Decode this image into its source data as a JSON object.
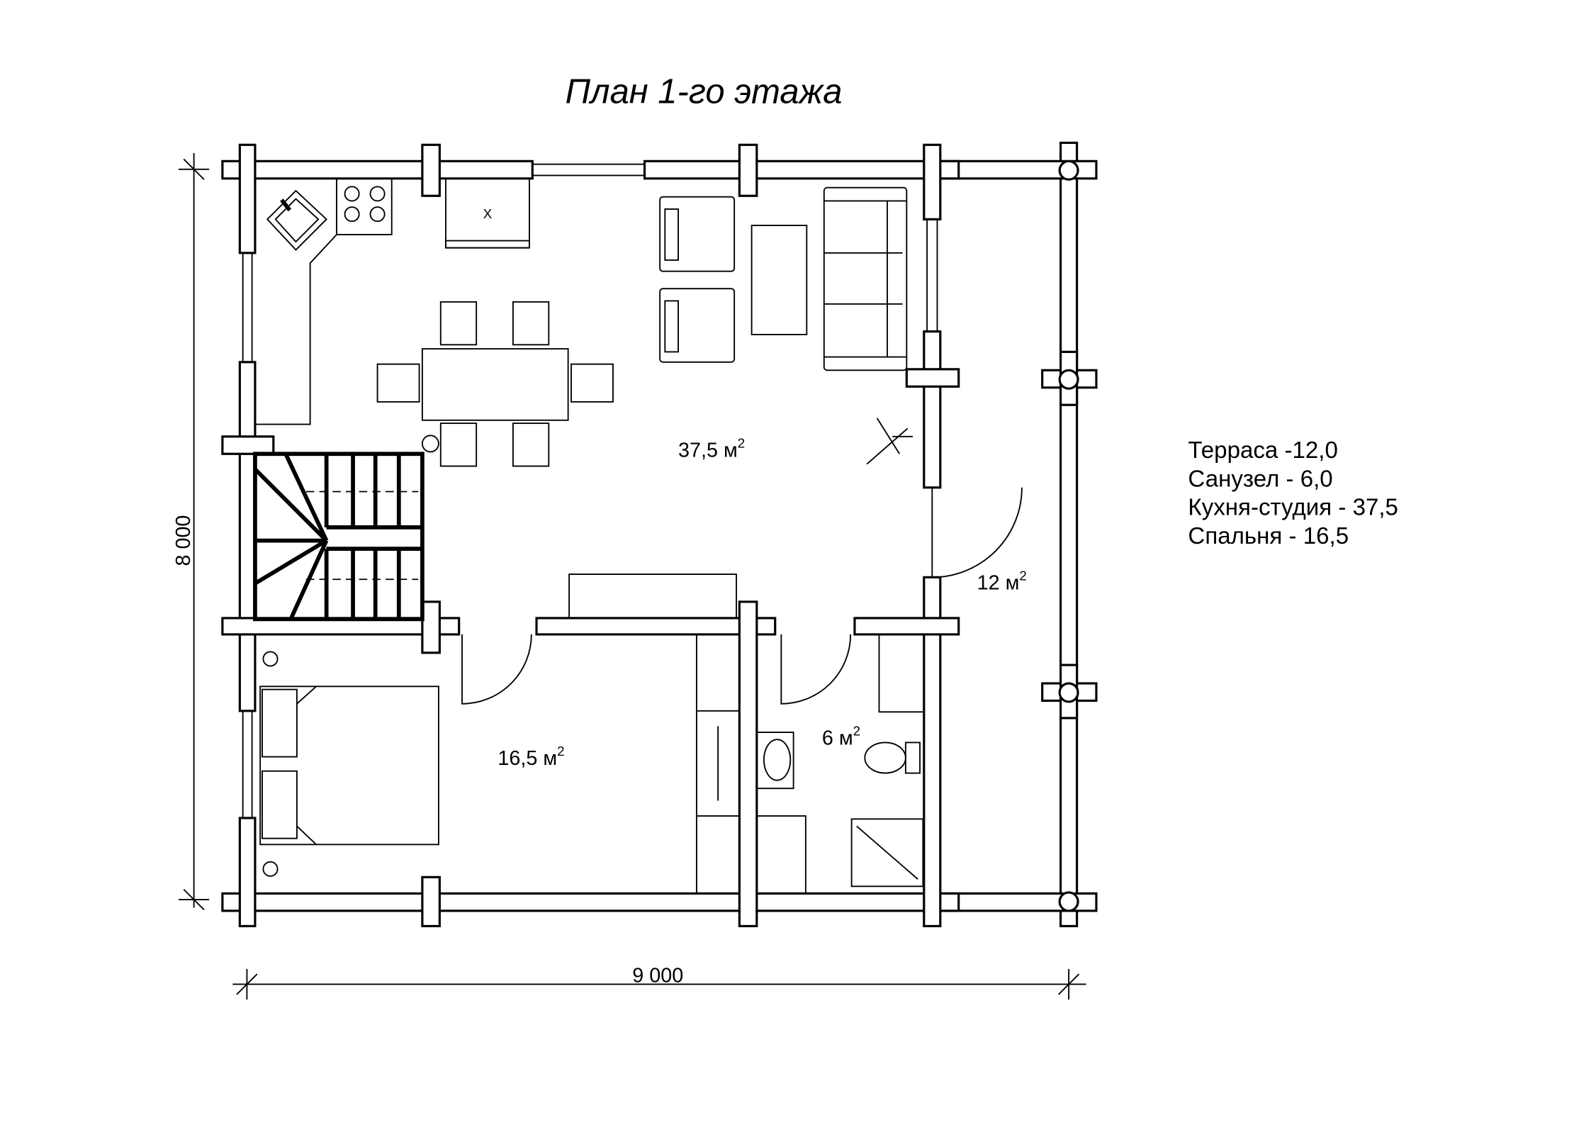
{
  "title": "План 1-го этажа",
  "dimensions": {
    "height": "8 000",
    "width": "9 000"
  },
  "rooms": {
    "studio": {
      "area": "37,5 м",
      "sup": "2"
    },
    "terrace": {
      "area": "12 м",
      "sup": "2"
    },
    "bedroom": {
      "area": "16,5 м",
      "sup": "2"
    },
    "bathroom": {
      "area": "6 м",
      "sup": "2"
    }
  },
  "stove_mark": "X",
  "legend": [
    "Терраса -12,0",
    "Санузел - 6,0",
    "Кухня-студия - 37,5",
    "Спальня - 16,5"
  ]
}
